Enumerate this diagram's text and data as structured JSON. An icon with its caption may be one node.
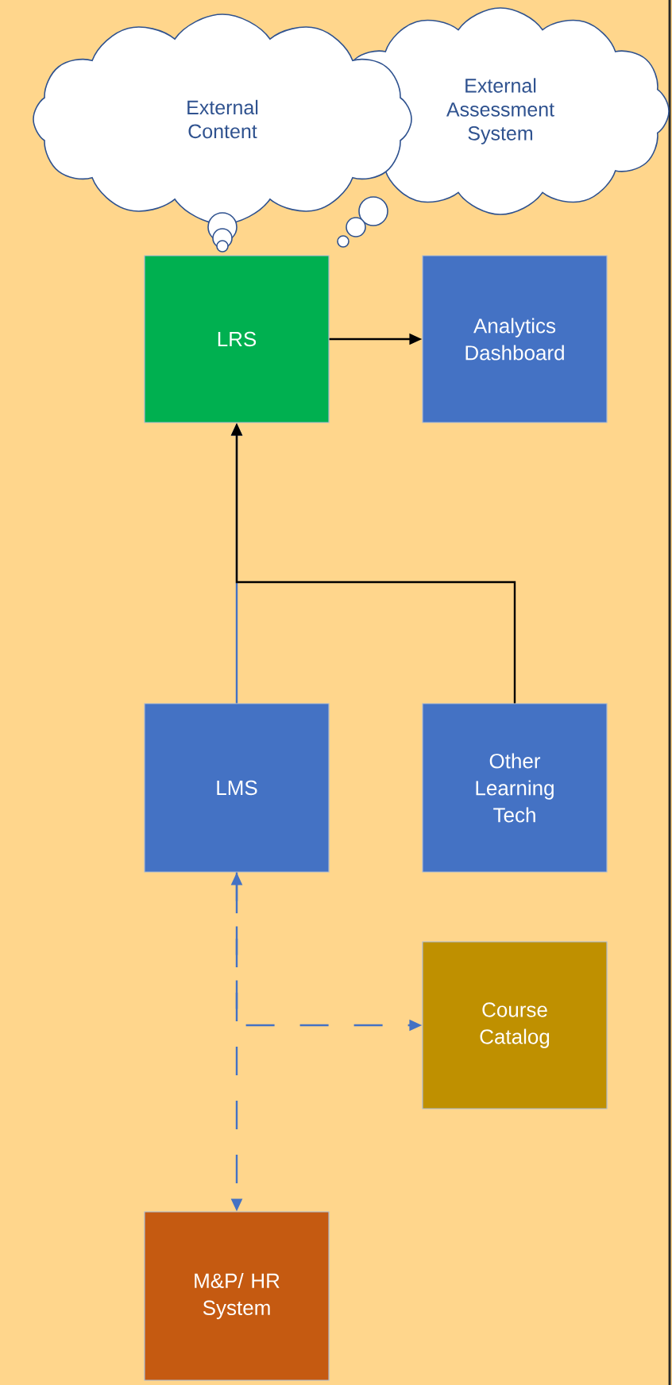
{
  "diagram": {
    "nodes": [
      {
        "text": [
          "External Content"
        ]
      },
      {
        "text": [
          "External Assessment System"
        ]
      },
      {
        "text": [
          "LRS"
        ]
      },
      {
        "text": [
          "Analytics Dashboard"
        ]
      },
      {
        "text": [
          "LMS"
        ]
      },
      {
        "text": [
          "Other Learning Tech"
        ]
      },
      {
        "text": [
          "Course Catalog"
        ]
      },
      {
        "text": [
          "M&P/ HR System"
        ]
      }
    ],
    "edges": [
      {
        "from": 2,
        "to": 3,
        "arrow": "to",
        "color": "#000000"
      },
      {
        "from": 4,
        "to": 2,
        "arrow": "to"
      },
      {
        "from": 5,
        "to": 2,
        "arrow": "to",
        "color": "#000000"
      },
      {
        "from": 4,
        "to": 7,
        "arrow": "both",
        "style": "dashed"
      },
      {
        "from": 4,
        "to": 6,
        "arrow": "to",
        "style": "dashed"
      }
    ]
  }
}
